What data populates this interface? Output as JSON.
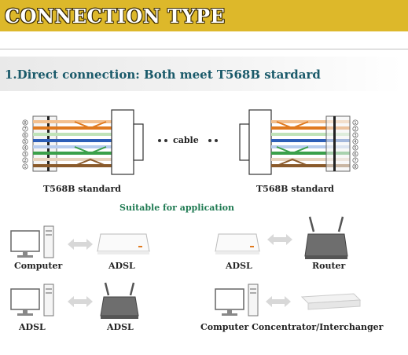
{
  "header": {
    "title": "CONNECTION TYPE"
  },
  "section": {
    "title": "1.Direct connection: Both meet T568B stardard"
  },
  "diagram": {
    "left_label": "T568B standard",
    "right_label": "T568B standard",
    "cable_label": "cable",
    "pin_numbers": [
      "1",
      "2",
      "3",
      "4",
      "5",
      "6",
      "7",
      "8"
    ]
  },
  "application": {
    "title": "Suitable for application",
    "row1": {
      "left_device1": "Computer",
      "left_device2": "ADSL",
      "right_device1": "ADSL",
      "right_device2": "Router"
    },
    "row2": {
      "left_device1": "ADSL",
      "left_device2": "ADSL",
      "right_label": "Computer Concentrator/Interchanger"
    }
  },
  "colors": {
    "banner": "#ddb82a",
    "section_text": "#1a5a6a",
    "app_title": "#1f7a52",
    "orange": "#e07a1f",
    "green": "#3aa04a",
    "blue": "#2d5fb8",
    "brown": "#8a5a2b"
  }
}
